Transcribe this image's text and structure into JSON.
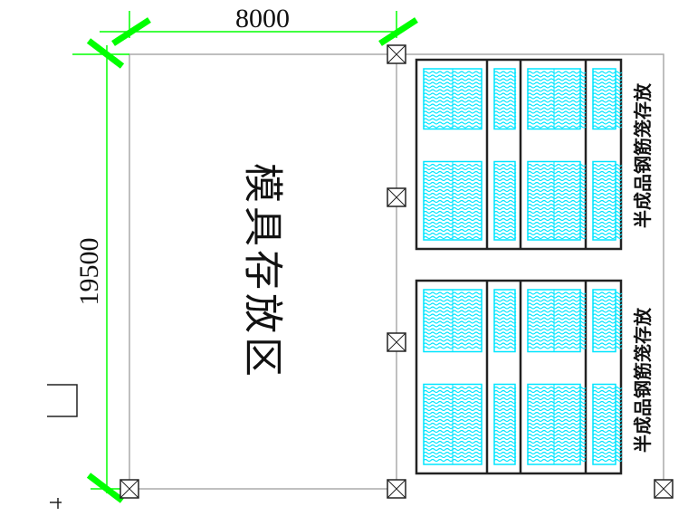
{
  "dimensions": {
    "width_label": "8000",
    "height_label": "19500"
  },
  "zones": {
    "mold_storage": "模具存放区",
    "cage_storage_top": "半成品钢筋笼存放",
    "cage_storage_bottom": "半成品钢筋笼存放"
  },
  "colors": {
    "dimension": "#00ff00",
    "rebar": "#00e5ff",
    "outline": "#999999",
    "rack": "#222222"
  }
}
